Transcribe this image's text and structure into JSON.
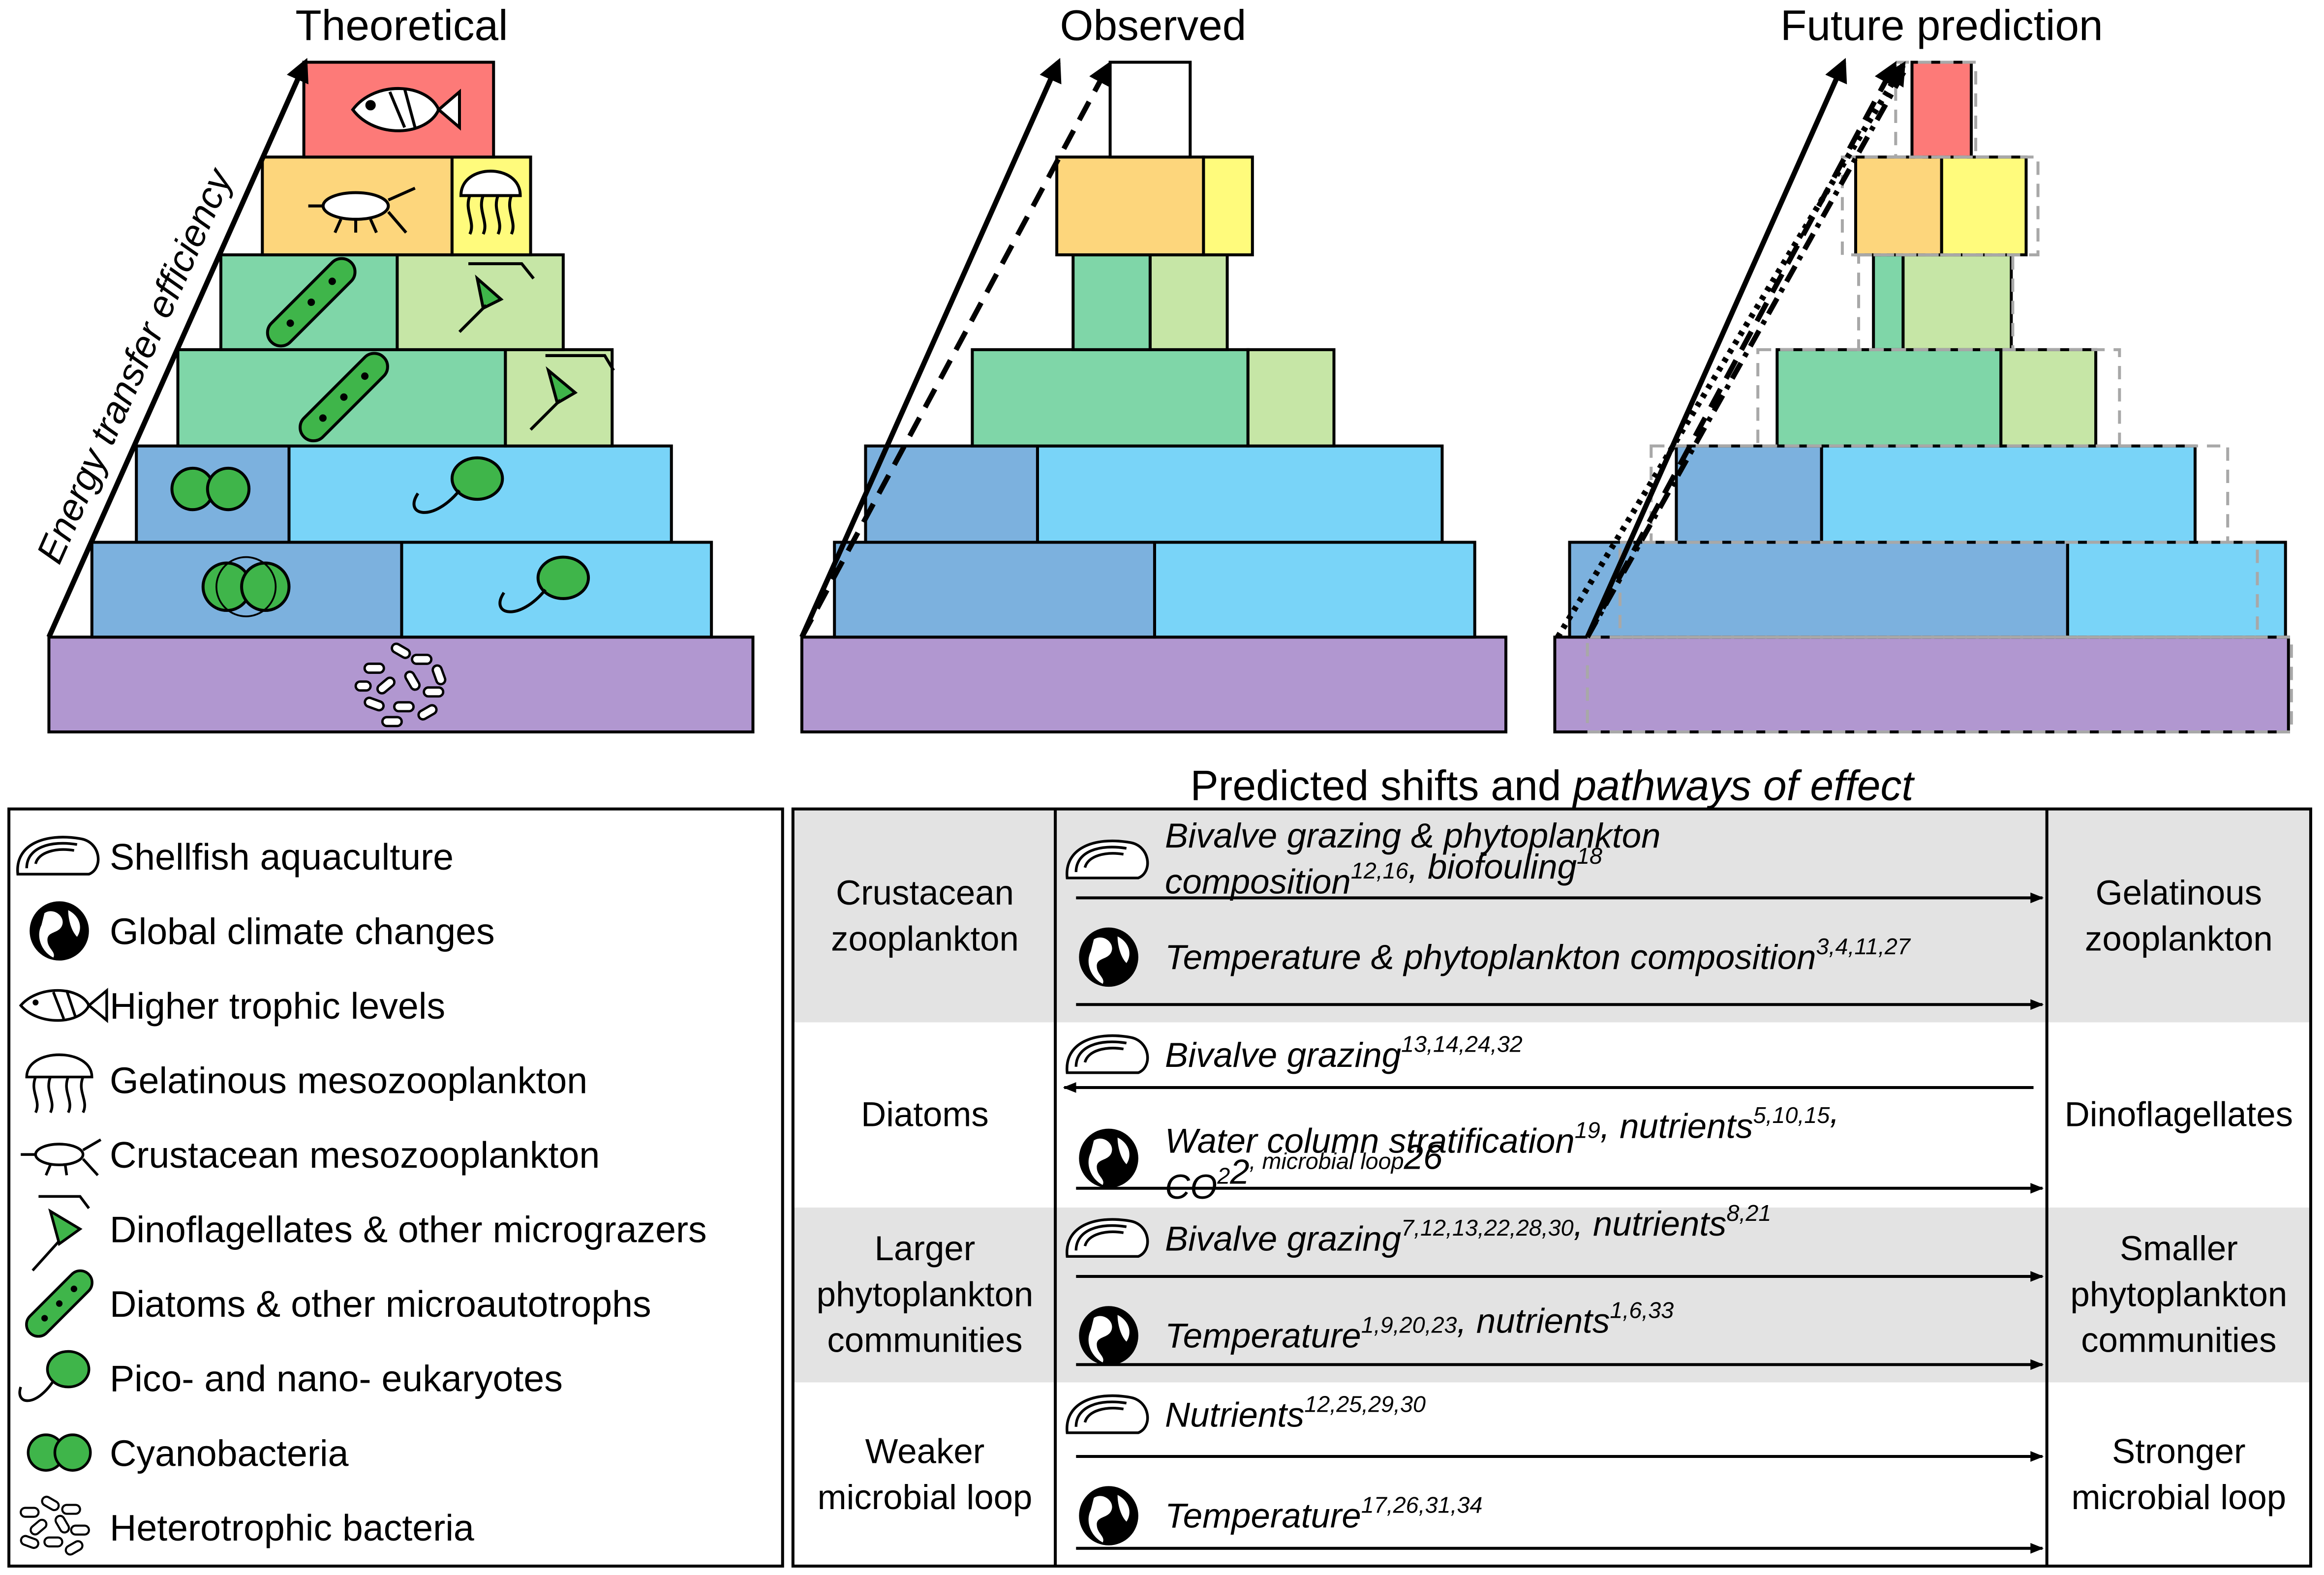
{
  "titles": {
    "theoretical": "Theoretical",
    "observed": "Observed",
    "future": "Future prediction",
    "axis_label": "Energy transfer efficiency",
    "shifts_heading_plain": "Predicted shifts and ",
    "shifts_heading_italic": "pathways of effect"
  },
  "colors": {
    "purple": "#b197d0",
    "blue_dark": "#7cb1de",
    "blue_light": "#79d4f8",
    "green_mid": "#7fd6a8",
    "green_light": "#c6e6a6",
    "orange": "#fdd67c",
    "yellow": "#fffb7c",
    "red": "#fd7a78",
    "icon_green": "#3fb54a",
    "shade": "#e3e3e3"
  },
  "legend": [
    {
      "icon": "oyster-icon",
      "label": "Shellfish aquaculture"
    },
    {
      "icon": "globe-icon",
      "label": "Global climate changes"
    },
    {
      "icon": "fish-icon",
      "label": "Higher trophic levels"
    },
    {
      "icon": "jellyfish-icon",
      "label": "Gelatinous mesozooplankton"
    },
    {
      "icon": "copepod-icon",
      "label": "Crustacean mesozooplankton"
    },
    {
      "icon": "dinoflagellate-icon",
      "label": "Dinoflagellates & other micrograzers"
    },
    {
      "icon": "diatom-icon",
      "label": "Diatoms & other microautotrophs"
    },
    {
      "icon": "flagellate-icon",
      "label": "Pico- and nano- eukaryotes"
    },
    {
      "icon": "cyanobacteria-icon",
      "label": "Cyanobacteria"
    },
    {
      "icon": "bacteria-icon",
      "label": "Heterotrophic bacteria"
    }
  ],
  "shifts": [
    {
      "from": [
        "Crustacean",
        "zooplankton"
      ],
      "to": [
        "Gelatinous",
        "zooplankton"
      ],
      "shaded": true,
      "pathways": [
        {
          "icon": "oyster-icon",
          "direction": "right",
          "lines": [
            [
              "Bivalve grazing & phytoplankton"
            ],
            [
              "composition",
              "12,16",
              ", biofouling",
              "18"
            ]
          ]
        },
        {
          "icon": "globe-icon",
          "direction": "right",
          "lines": [
            [
              "Temperature & phytoplankton composition",
              "3,4,11,27"
            ]
          ]
        }
      ]
    },
    {
      "from": [
        "Diatoms"
      ],
      "to": [
        "Dinoflagellates"
      ],
      "shaded": false,
      "pathways": [
        {
          "icon": "oyster-icon",
          "direction": "left",
          "lines": [
            [
              "Bivalve grazing",
              "13,14,24,32"
            ]
          ]
        },
        {
          "icon": "globe-icon",
          "direction": "right",
          "lines": [
            [
              "Water column stratification",
              "19",
              ", nutrients",
              "5,10,15",
              ","
            ],
            [
              "CO",
              "2",
              "2",
              ", microbial loop",
              "26"
            ]
          ]
        }
      ]
    },
    {
      "from": [
        "Larger",
        "phytoplankton",
        "communities"
      ],
      "to": [
        "Smaller",
        "phytoplankton",
        "communities"
      ],
      "shaded": true,
      "pathways": [
        {
          "icon": "oyster-icon",
          "direction": "right",
          "lines": [
            [
              "Bivalve grazing",
              "7,12,13,22,28,30",
              ", nutrients",
              "8,21"
            ]
          ]
        },
        {
          "icon": "globe-icon",
          "direction": "right",
          "lines": [
            [
              "Temperature",
              "1,9,20,23",
              ", nutrients",
              "1,6,33"
            ]
          ]
        }
      ]
    },
    {
      "from": [
        "Weaker",
        "microbial loop"
      ],
      "to": [
        "Stronger",
        "microbial loop"
      ],
      "shaded": false,
      "pathways": [
        {
          "icon": "oyster-icon",
          "direction": "right",
          "lines": [
            [
              "Nutrients",
              "12,25,29,30"
            ]
          ]
        },
        {
          "icon": "globe-icon",
          "direction": "right",
          "lines": [
            [
              "Temperature",
              "17,26,31,34"
            ]
          ]
        }
      ]
    }
  ]
}
